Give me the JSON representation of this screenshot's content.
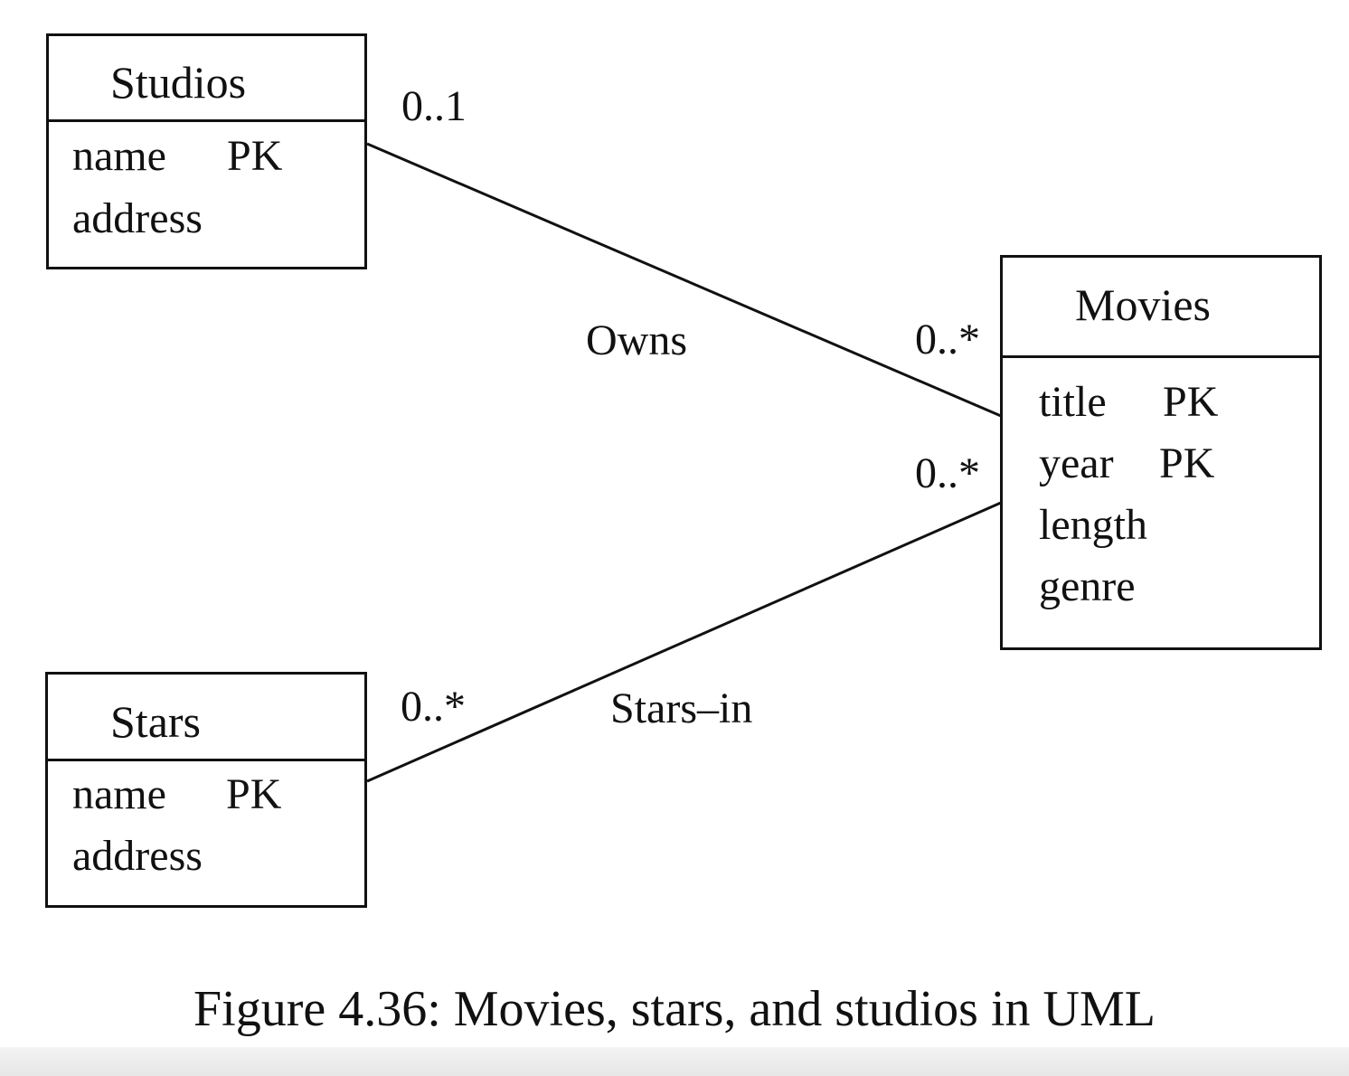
{
  "colors": {
    "ink": "#111111",
    "background": "#ffffff"
  },
  "classes": {
    "studios": {
      "name": "Studios",
      "attributes": [
        {
          "name": "name",
          "key": "PK"
        },
        {
          "name": "address",
          "key": ""
        }
      ]
    },
    "stars": {
      "name": "Stars",
      "attributes": [
        {
          "name": "name",
          "key": "PK"
        },
        {
          "name": "address",
          "key": ""
        }
      ]
    },
    "movies": {
      "name": "Movies",
      "attributes": [
        {
          "name": "title",
          "key": "PK"
        },
        {
          "name": "year",
          "key": "PK"
        },
        {
          "name": "length",
          "key": ""
        },
        {
          "name": "genre",
          "key": ""
        }
      ]
    }
  },
  "associations": {
    "owns": {
      "label": "Owns",
      "from": "Studios",
      "to": "Movies",
      "from_multiplicity": "0..1",
      "to_multiplicity": "0..*"
    },
    "stars_in": {
      "label": "Stars–in",
      "from": "Stars",
      "to": "Movies",
      "from_multiplicity": "0..*",
      "to_multiplicity": "0..*"
    }
  },
  "caption": "Figure 4.36: Movies, stars, and studios in UML"
}
